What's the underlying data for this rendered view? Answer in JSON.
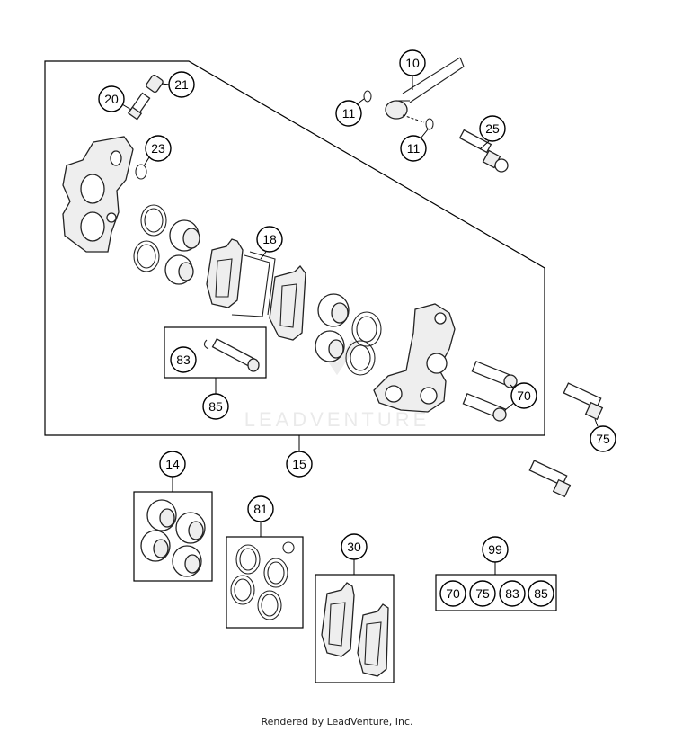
{
  "callouts": {
    "c10": "10",
    "c11a": "11",
    "c11b": "11",
    "c25": "25",
    "c20": "20",
    "c21": "21",
    "c23": "23",
    "c18": "18",
    "c83": "83",
    "c85": "85",
    "c70": "70",
    "c75": "75",
    "c15": "15",
    "c14": "14",
    "c81": "81",
    "c30": "30",
    "c99": "99",
    "k70": "70",
    "k75": "75",
    "k83": "83",
    "k85": "85"
  },
  "watermark": "LEADVENTURE",
  "footer": "Rendered by LeadVenture, Inc."
}
